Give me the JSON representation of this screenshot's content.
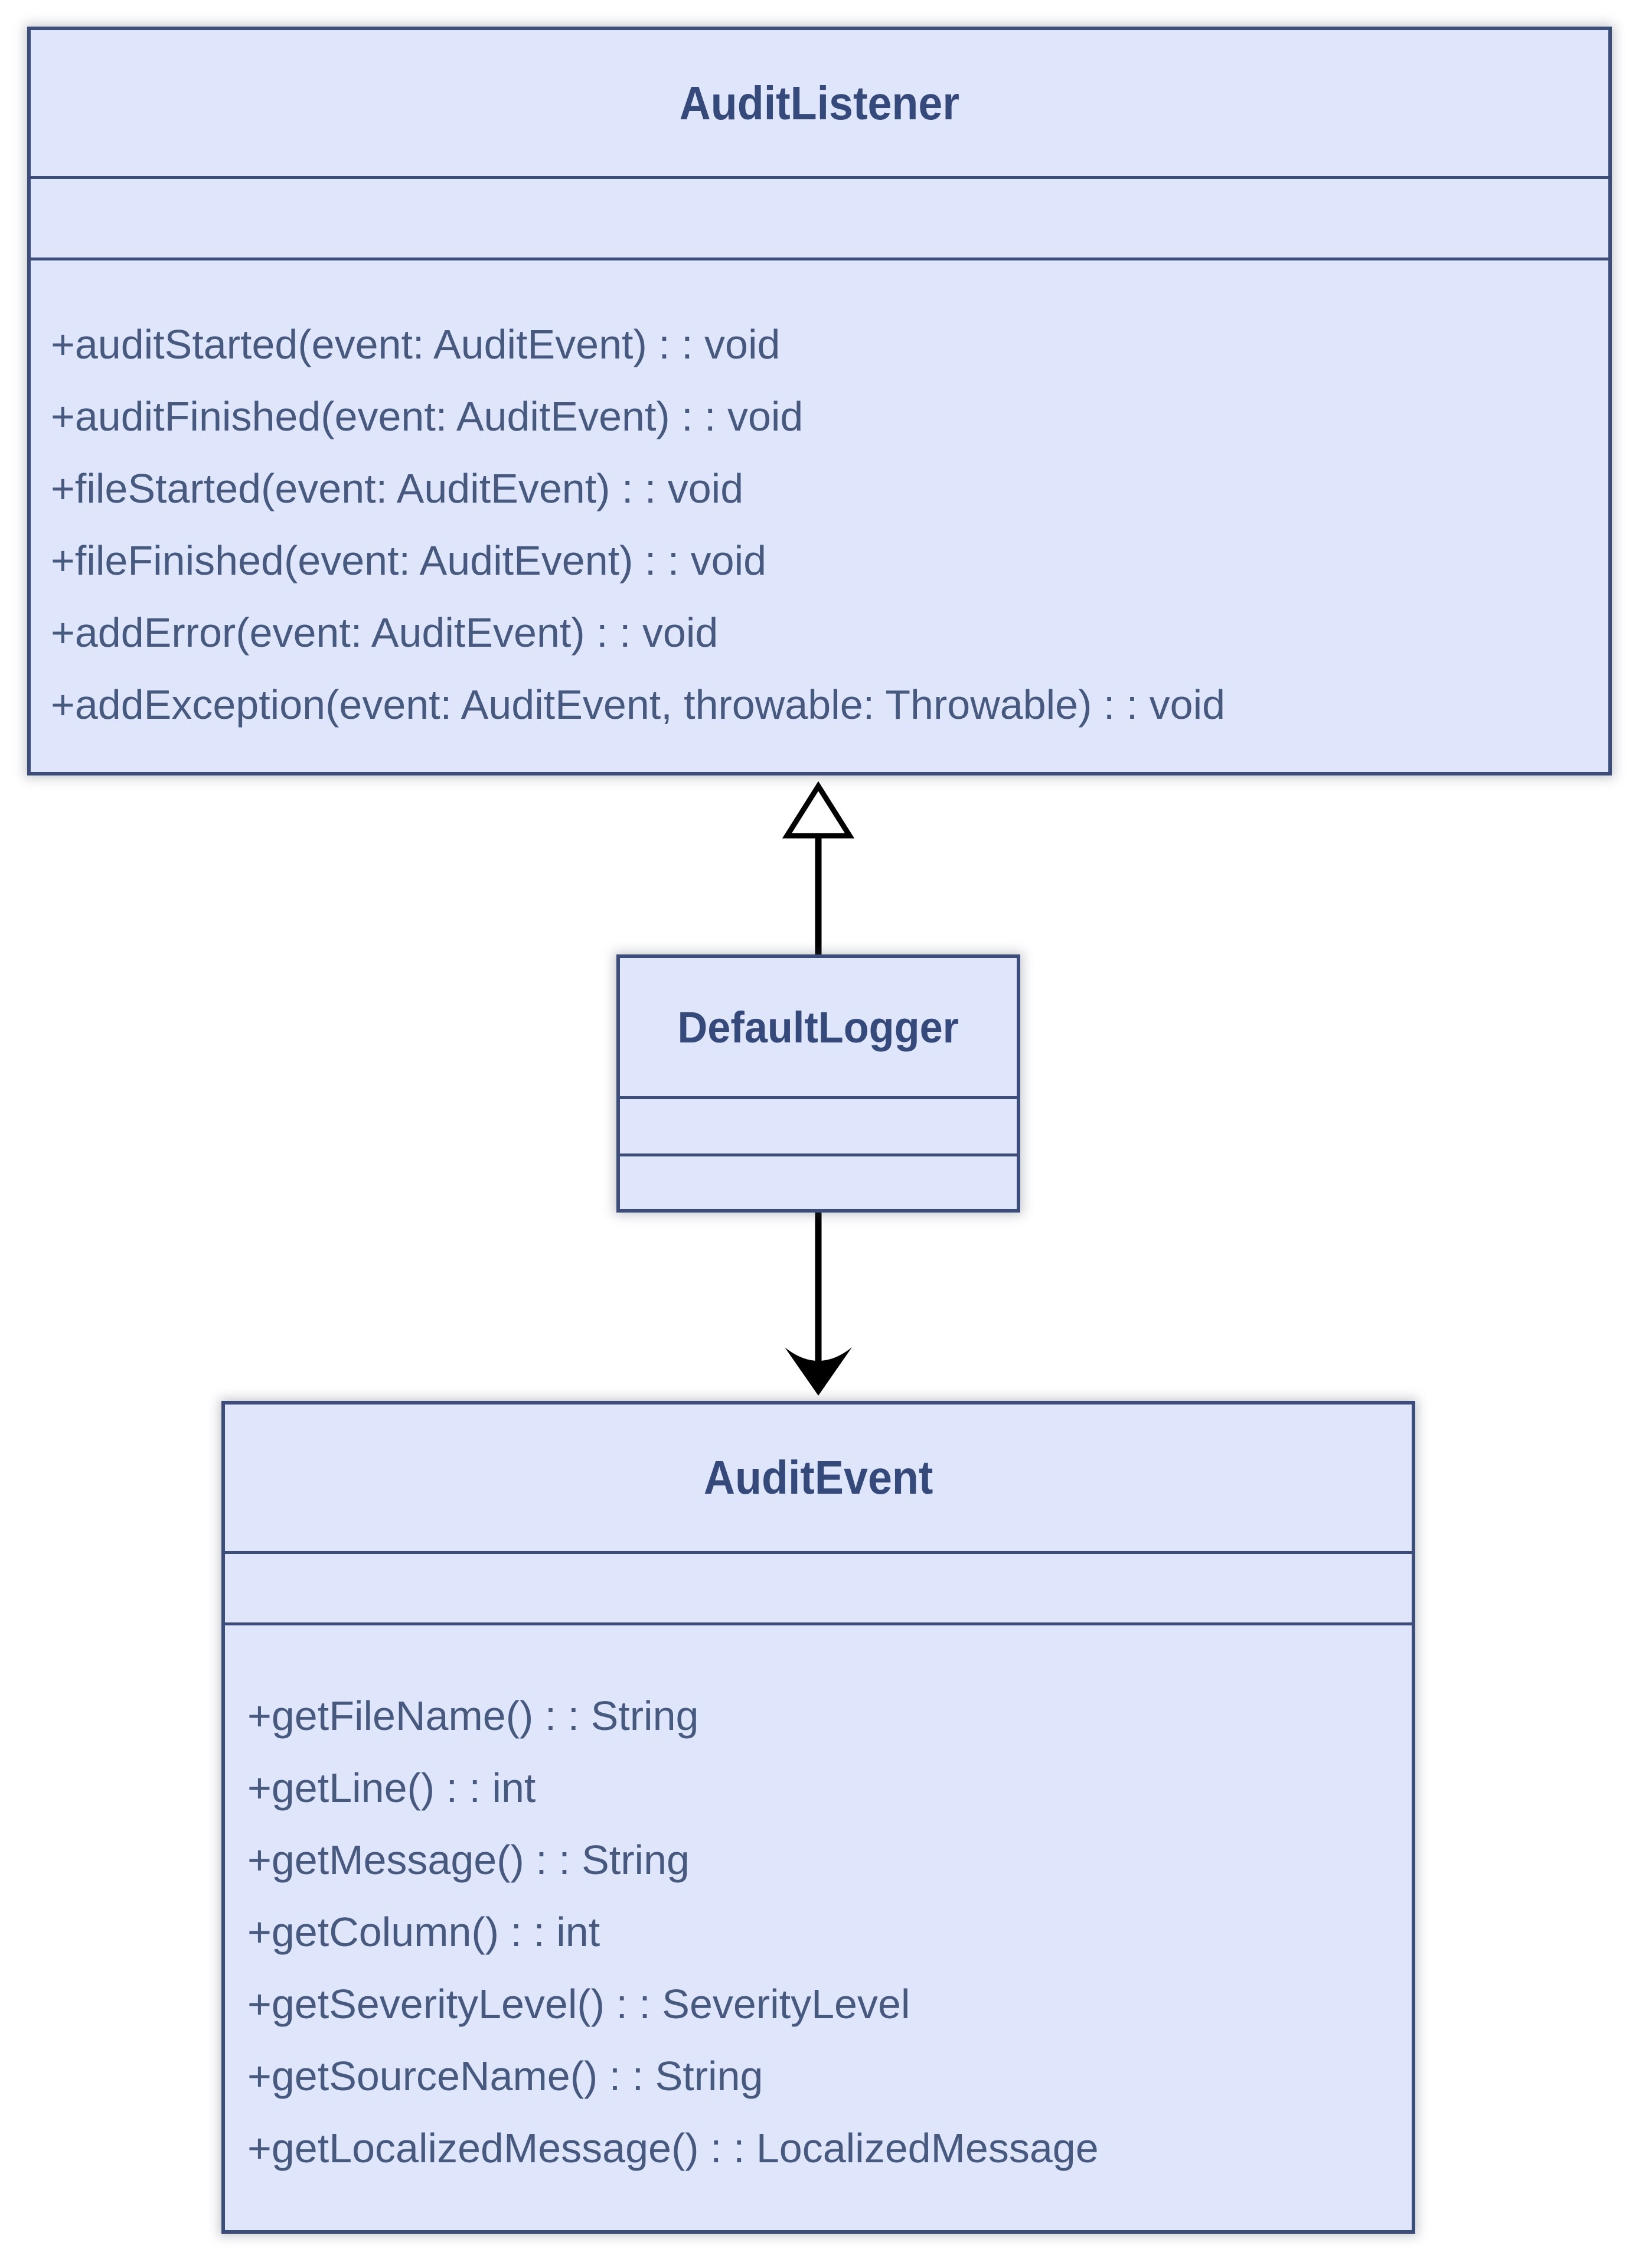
{
  "diagram": {
    "type": "uml-class-diagram",
    "classes": [
      {
        "name": "AuditListener",
        "attributes": [],
        "methods": [
          "+auditStarted(event: AuditEvent) : : void",
          "+auditFinished(event: AuditEvent) : : void",
          "+fileStarted(event: AuditEvent) : : void",
          "+fileFinished(event: AuditEvent) : : void",
          "+addError(event: AuditEvent) : : void",
          "+addException(event: AuditEvent, throwable: Throwable) : : void"
        ]
      },
      {
        "name": "DefaultLogger",
        "attributes": [],
        "methods": []
      },
      {
        "name": "AuditEvent",
        "attributes": [],
        "methods": [
          "+getFileName() : : String",
          "+getLine() : : int",
          "+getMessage() : : String",
          "+getColumn() : : int",
          "+getSeverityLevel() : : SeverityLevel",
          "+getSourceName() : : String",
          "+getLocalizedMessage() : : LocalizedMessage"
        ]
      }
    ],
    "relationships": [
      {
        "from": "DefaultLogger",
        "to": "AuditListener",
        "type": "realization",
        "arrowhead": "hollow-triangle",
        "direction": "up"
      },
      {
        "from": "DefaultLogger",
        "to": "AuditEvent",
        "type": "directed-association",
        "arrowhead": "open-barb",
        "direction": "down"
      }
    ],
    "colors": {
      "box_fill": "#dfe6fb",
      "box_border": "#3b4d78",
      "title_text": "#36497b",
      "method_text": "#47597f",
      "arrow": "#000000",
      "background": "#ffffff"
    }
  }
}
